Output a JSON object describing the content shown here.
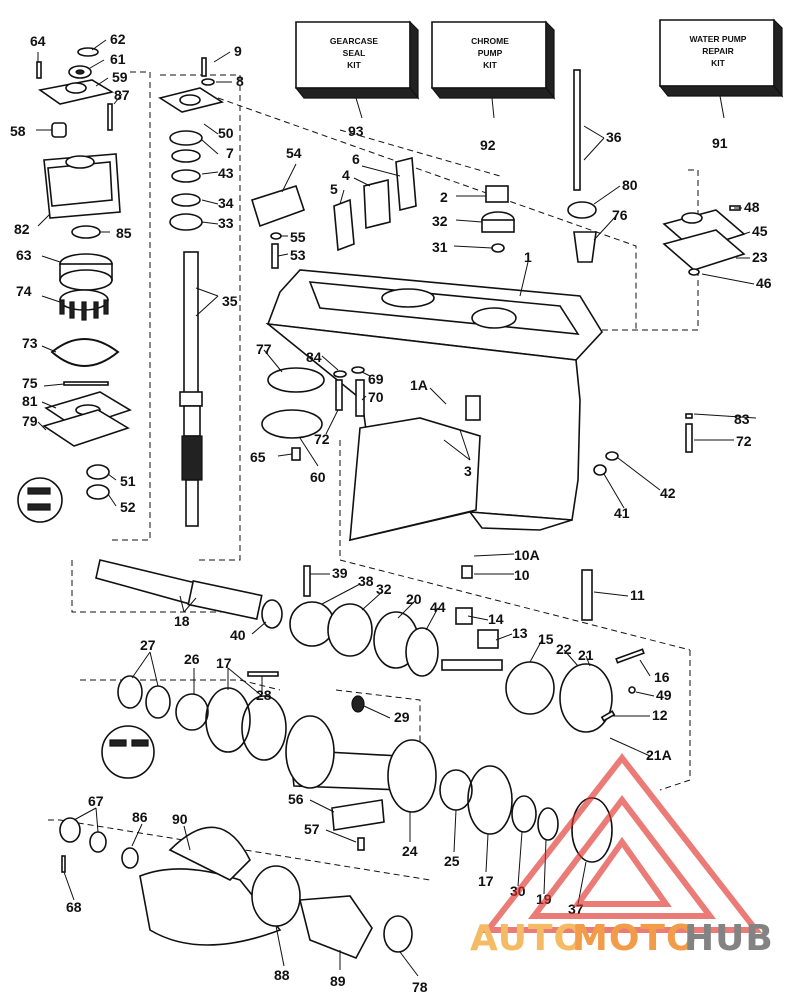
{
  "kits": [
    {
      "id": "93",
      "lines": [
        "GEARCASE",
        "SEAL",
        "KIT"
      ]
    },
    {
      "id": "92",
      "lines": [
        "CHROME",
        "PUMP",
        "KIT"
      ]
    },
    {
      "id": "91",
      "lines": [
        "WATER PUMP",
        "REPAIR",
        "KIT"
      ]
    }
  ],
  "callouts": [
    "64",
    "62",
    "61",
    "59",
    "87",
    "58",
    "9",
    "8",
    "50",
    "7",
    "43",
    "34",
    "33",
    "54",
    "6",
    "4",
    "5",
    "2",
    "32",
    "31",
    "36",
    "80",
    "76",
    "48",
    "45",
    "23",
    "46",
    "1",
    "82",
    "85",
    "63",
    "74",
    "73",
    "75",
    "81",
    "79",
    "51",
    "52",
    "55",
    "53",
    "35",
    "77",
    "84",
    "69",
    "70",
    "72",
    "65",
    "60",
    "1A",
    "3",
    "83",
    "72",
    "42",
    "41",
    "10A",
    "10",
    "39",
    "38",
    "32",
    "20",
    "44",
    "14",
    "13",
    "11",
    "18",
    "40",
    "27",
    "26",
    "17",
    "28",
    "15",
    "22",
    "21",
    "16",
    "49",
    "12",
    "29",
    "21A",
    "56",
    "57",
    "24",
    "25",
    "17",
    "30",
    "19",
    "37",
    "67",
    "86",
    "90",
    "68",
    "88",
    "89",
    "78"
  ],
  "watermark": {
    "prefix": "AUTO",
    "middle": "MOTO",
    "suffix": "HUB",
    "prefix_color": "#f3b04a",
    "middle_color": "#f08a2a",
    "suffix_color": "#6e6e6e",
    "logo_color": "#e0302a"
  }
}
